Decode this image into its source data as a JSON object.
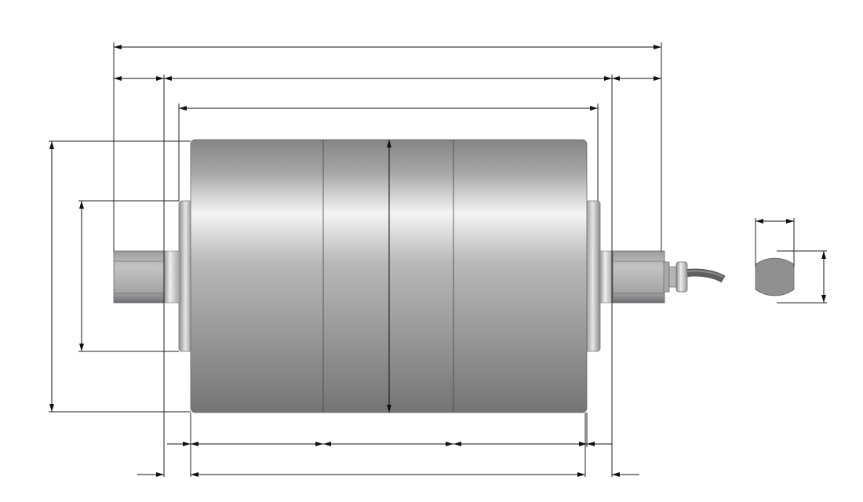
{
  "colors": {
    "drum_dark": "#858588",
    "drum_light": "#f4f4f4",
    "drum_bottom": "#747477",
    "shaft": "#a9a9ac",
    "cable": "#5f5f62",
    "section": "#909093",
    "dimension_line": "#111111"
  },
  "components": [
    "drum-shell",
    "left-flange",
    "right-flange",
    "left-shaft",
    "right-shaft",
    "cable-gland",
    "cable",
    "shaft-cross-section"
  ]
}
